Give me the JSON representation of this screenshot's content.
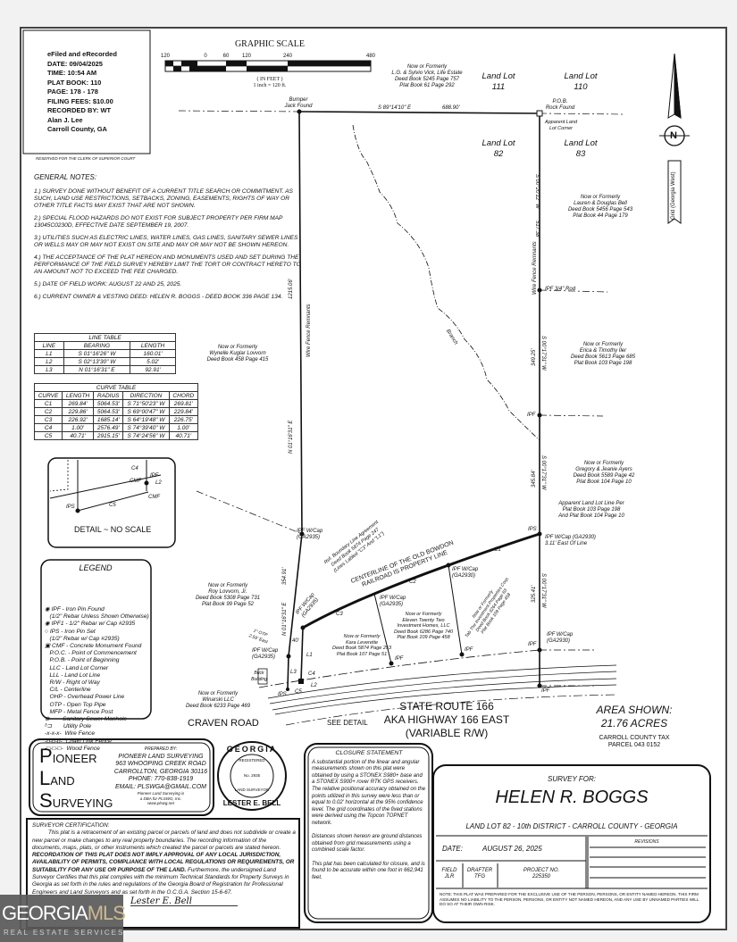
{
  "recording": {
    "lines": [
      "eFiled and eRecorded",
      "DATE:  09/04/2025",
      "TIME:  10:54 AM",
      "PLAT BOOK:  110",
      "PAGE:  178 - 178",
      "FILING FEES:  $10.00",
      "RECORDED BY:  WT",
      "Alan J. Lee",
      "Carroll County, GA"
    ],
    "reserved": "RESERVED FOR THE CLERK OF SUPERIOR COURT"
  },
  "scale": {
    "title": "GRAPHIC SCALE",
    "ticks": [
      "120",
      "0",
      "60",
      "120",
      "240",
      "480"
    ],
    "units": "( IN FEET )",
    "ratio": "1 inch = 120 ft."
  },
  "notes": {
    "heading": "GENERAL NOTES:",
    "items": [
      "1.) SURVEY DONE WITHOUT BENEFIT OF A CURRENT TITLE SEARCH OR COMMITMENT. AS SUCH, LAND USE RESTRICTIONS, SETBACKS, ZONING, EASEMENTS, RIGHTS OF WAY OR OTHER TITLE FACTS MAY EXIST THAT ARE NOT SHOWN.",
      "2.) SPECIAL FLOOD HAZARDS DO NOT EXIST FOR SUBJECT PROPERTY PER FIRM MAP 13045C0230D, EFFECTIVE DATE SEPTEMBER 19, 2007.",
      "3.) UTILITIES SUCH AS ELECTRIC LINES, WATER LINES, GAS LINES, SANITARY SEWER LINES OR WELLS MAY OR MAY NOT EXIST ON SITE AND MAY OR MAY NOT BE SHOWN HEREON.",
      "4.) THE ACCEPTANCE OF THE PLAT HEREON AND MONUMENTS USED AND SET DURING THE PERFORMANCE OF THE FIELD SURVEY HEREBY LIMIT THE TORT OR CONTRACT HERETO TO AN AMOUNT NOT TO EXCEED THE FEE CHARGED.",
      "5.) DATE OF FIELD WORK: AUGUST 22 AND 25, 2025.",
      "6.) CURRENT OWNER & VESTING DEED: HELEN R. BOGGS - DEED BOOK 336 PAGE 134."
    ]
  },
  "line_table": {
    "title": "LINE TABLE",
    "headers": [
      "LINE",
      "BEARING",
      "LENGTH"
    ],
    "rows": [
      [
        "L1",
        "S 01°16'26\" W",
        "160.01'"
      ],
      [
        "L2",
        "S 02°13'30\" W",
        "5.02'"
      ],
      [
        "L3",
        "N 01°16'31\" E",
        "92.91'"
      ]
    ]
  },
  "curve_table": {
    "title": "CURVE TABLE",
    "headers": [
      "CURVE",
      "LENGTH",
      "RADIUS",
      "DIRECTION",
      "CHORD"
    ],
    "rows": [
      [
        "C1",
        "269.84'",
        "5064.53'",
        "S 71°50'23\" W",
        "269.81'"
      ],
      [
        "C2",
        "229.86'",
        "5064.53'",
        "S 69°00'47\" W",
        "229.84'"
      ],
      [
        "C3",
        "226.92'",
        "1685.14'",
        "S 64°19'48\" W",
        "226.75'"
      ],
      [
        "C4",
        "1.00'",
        "2576.49'",
        "S 74°39'40\" W",
        "1.00'"
      ],
      [
        "C5",
        "40.71'",
        "2915.15'",
        "S 74°24'56\" W",
        "40.71'"
      ]
    ]
  },
  "detail": {
    "title": "DETAIL ~ NO SCALE",
    "c4": "C4",
    "ipf": "IPF",
    "cmf1": "CMF",
    "l2": "L2",
    "cmf2": "CMF",
    "ips": "IPS",
    "c5": "C5"
  },
  "legend": {
    "title": "LEGEND",
    "items": [
      "◉ IPF - Iron Pin Found",
      "   (1/2\" Rebar Unless Shown Otherwise)",
      "◉ IPF1 - 1/2\" Rebar w/ Cap #2935",
      "○ IPS - Iron Pin Set",
      "   (1/2\" Rebar w/ Cap #2935)",
      "▣ CMF - Concrete Monument Found",
      "   P.O.C. - Point of Commencement",
      "   P.O.B. - Point of Beginning",
      "   LLC - Land Lot Corner",
      "   LLL - Land Lot Line",
      "   R/W - Right of Way",
      "   C/L - Centerline",
      "   OHP - Overhead Power Line",
      "   OTP - Open Top Pipe",
      "   MFP - Metal Fence Post",
      "⊗        Sanitary Sewer Manhole",
      "ᵟ⊐       Utility Pole",
      "-x-x-x-  Wire Fence",
      "-o-o-o-  Chain Link Fence",
      "-□-□-□-  Wood Fence"
    ]
  },
  "map": {
    "lg_vick": [
      "Now or Formerly",
      "L.G. & Sylvio Vick, Life Estate",
      "Deed Book 5245 Page 757",
      "Plat Book 61 Page 292"
    ],
    "ll111": [
      "Land Lot",
      "111"
    ],
    "ll110": [
      "Land Lot",
      "110"
    ],
    "ll82": [
      "Land Lot",
      "82"
    ],
    "ll83": [
      "Land Lot",
      "83"
    ],
    "bumper": [
      "Bumper",
      "Jack Found"
    ],
    "top_bearing": "S 89°14'10\" E",
    "top_dist": "688.90'",
    "pob": [
      "P.O.B.",
      "Rock Found"
    ],
    "llc": [
      "Apparent Land",
      "Lot Corner"
    ],
    "bell": [
      "Now or Formerly",
      "Lauren & Douglas Bell",
      "Deed Book 5456 Page 543",
      "Plat Book 44 Page 179"
    ],
    "e1_bearing": "S 00°20'12\" W",
    "e1_dist": "517.38'",
    "e_fence": "Wire Fence Remnants",
    "ipf_rod": "IPF 3/4\" Rod",
    "iler": [
      "Now or Formerly",
      "Erica & Timothy Iler",
      "Deed Book 5613 Page 685",
      "Plat Book 103 Page 198"
    ],
    "e2_bearing": "S 00°17'31\" W",
    "e2_dist": "349.25'",
    "ipf_e": "IPF",
    "ayers": [
      "Now or Formerly",
      "Gregory & Jeanie Ayers",
      "Deed Book 5589 Page 42",
      "Plat Book 104 Page 10"
    ],
    "e3_bearing": "S 00°17'31\" W",
    "e3_dist": "345.84'",
    "ll_line": [
      "Apparent Land Lot Line Per",
      "Plat Book 103 Page 198",
      "And Plat Book 104 Page 10"
    ],
    "ips_e": "IPS",
    "ipf_cap_e": [
      "IPF W/Cap (GA2930)",
      "3.11' East Of Line"
    ],
    "e4_bearing": "S 00°17'31\" W",
    "e4_dist": "325.41'",
    "branch": "Branch",
    "w_dist": "1215.06'",
    "w_bearing": "N 01°16'31\" E",
    "w_fence": "Wire Fence Remnants",
    "lovvorn": [
      "Now or Formerly",
      "Wynelle Kuglar Lovvorn",
      "Deed Book 458 Page 415"
    ],
    "ipf_cap_w": [
      "IPF W/Cap",
      "(GA2935)"
    ],
    "w2_dist": "354.91'",
    "w2_bearing": "N 01°16'31\" E",
    "roy": [
      "Now or Formerly",
      "Roy Lovvorn, Jr.",
      "Deed Book 5308 Page 731",
      "Plat Book 99 Page 52"
    ],
    "ref_bla": [
      "Ref. Boundary Line Agreement",
      "Deed Book 5874 Page 247",
      "(Lines Labled \"C3\" And \"L1\")"
    ],
    "rr": [
      "CENTERLINE OF THE OLD BOWDON",
      "RAILROAD IS PROPERTY LINE"
    ],
    "c1": "C1",
    "c2": "C2",
    "c3": "C3",
    "ipf_c3": [
      "IPF W/Cap",
      "(GA2935)"
    ],
    "ipf_c2": [
      "IPF W/Cap",
      "(GA2935)"
    ],
    "ipf_c1": [
      "IPF W/Cap",
      "(GA2930)"
    ],
    "eleven": [
      "Now or Formerly",
      "Eleven Twenty Two",
      "Investment Homes, LLC",
      "Deed Book 6286 Page 740",
      "Plat Book 109 Page 458"
    ],
    "kara": [
      "Now or Formerly",
      "Kara Leverette",
      "Deed Book 5874 Page 253",
      "Plat Book 107 Page 51"
    ],
    "tab": [
      "Now or Formerly",
      "Tab The Investment Properties Corp.",
      "Deed Book 6264 Page 83",
      "Plat Book 109 Page 458"
    ],
    "otp": [
      "1\" OTP",
      "2.59' East"
    ],
    "forty": "40'",
    "ipf_sw": [
      "IPF W/Cap",
      "(GA2935)"
    ],
    "l1": "L1",
    "l3": "L3",
    "brick": [
      "Brick",
      "Building"
    ],
    "c4": "C4",
    "l2": "L2",
    "c5": "C5",
    "ips_sw": "IPS",
    "ipf_r1": "IPF",
    "ipf_r2": "IPF",
    "ipf_cap_se": [
      "IPF W/Cap",
      "(GA2930)"
    ],
    "ipf_se": "IPF",
    "ipf_se2": "IPF",
    "winarski": [
      "Now or Formerly",
      "Winarski LLC",
      "Deed Book 6233 Page 469"
    ],
    "craven": "CRAVEN ROAD",
    "see_detail": "SEE DETAIL",
    "road": [
      "STATE ROUTE 166",
      "AKA HIGHWAY 166 EAST",
      "(VARIABLE R/W)"
    ],
    "north": "N",
    "grid": "Grid (Georgia West)"
  },
  "area": {
    "title": "AREA SHOWN:",
    "acres": "21.76 ACRES",
    "tax": [
      "CARROLL COUNTY TAX",
      "PARCEL 043 0152"
    ]
  },
  "pioneer": {
    "logo": [
      "P",
      "IONEER",
      "L",
      "AND",
      "S",
      "URVEYING"
    ],
    "prepared": "PREPARED BY:",
    "name": "PIONEER LAND SURVEYING",
    "addr1": "963 WHOOPING CREEK ROAD",
    "addr2": "CARROLLTON, GEORGIA  30116",
    "phone": "PHONE: 770-838-1919",
    "email": "EMAIL: PLSWGA@GMAIL.COM",
    "dba1": "Pioneer Land Surveying is",
    "dba2": "a DBA for PLSWG, Inc.",
    "web": "www.plswg.net"
  },
  "seal": {
    "top": "GEORGIA",
    "reg": "REGISTERED",
    "no": "No. 2935",
    "ls": "LAND SURVEYOR",
    "name": "LESTER E. BELL"
  },
  "cert": {
    "heading": "SURVEYOR CERTIFICATION:",
    "body": "This plat is a retracement of an existing parcel or parcels of land and does not subdivide or create a new parcel or make changes to any real property boundaries. The recording information of the documents, maps, plats, or other instruments which created the parcel or parcels are stated hereon.",
    "bold": "RECORDATION OF THIS PLAT DOES NOT IMPLY APPROVAL OF ANY LOCAL JURISDICTION, AVAILABILITY OF PERMITS, COMPLIANCE WITH LOCAL REGULATIONS OR REQUIREMENTS, OR SUITABILITY FOR ANY USE OR PURPOSE OF THE LAND.",
    "tail": "Furthermore, the undersigned Land Surveyor Certifies that this plat complies with the minimum Technical Standards for Property Surveys in Georgia as set forth in the rules and regulations of the Georgia Board of Registration for Professional Engineers and Land Surveyors and as set forth in the O.C.G.A. Section 15-6-67.",
    "signature": "Lester E. Bell"
  },
  "closure": {
    "title": "CLOSURE STATEMENT",
    "p1": "A substantial portion of the linear and angular measurements shown on this plat were obtained by using a STONEX S980+ base and a STONEX S900+ rover RTK GPS receivers. The relative positional accuracy obtained on the points utilized in this survey were less than or equal to 0.02' horizontal at the 95% confidence level. The grid coordinates of the fixed stations were derived using the Topcon TOPNET network.",
    "p2": "Distances shown hereon are ground distances obtained from grid measurements using a combined scale factor.",
    "p3": "This plat has been calculated for closure, and is found to be accurate within one foot in 662,941 feet."
  },
  "titleblock": {
    "survey_for": "SURVEY FOR:",
    "client": "HELEN R. BOGGS",
    "location": "LAND LOT 82 - 10th DISTRICT - CARROLL COUNTY - GEORGIA",
    "date_label": "DATE:",
    "date": "AUGUST 26, 2025",
    "revisions": "REVISIONS",
    "field_label": "FIELD",
    "field": "JLR",
    "drafter_label": "DRAFTER",
    "drafter": "TFG",
    "project_label": "PROJECT NO.",
    "project": "225350",
    "note": "NOTE: THIS PLAT WAS PREPARED FOR THE EXCLUSIVE USE OF THE PERSON, PERSONS, OR ENTITY NAMED HEREON. THIS FIRM ASSUMES NO LIABILITY TO THE PERSON, PERSONS, OR ENTITY NOT NAMED HEREON, AND ANY USE BY UNNAMED PARTIES WILL DO SO AT THEIR OWN RISK."
  },
  "watermark": {
    "brand": "GEORGIA",
    "brand2": "MLS",
    "sub": "REAL ESTATE SERVICES"
  }
}
